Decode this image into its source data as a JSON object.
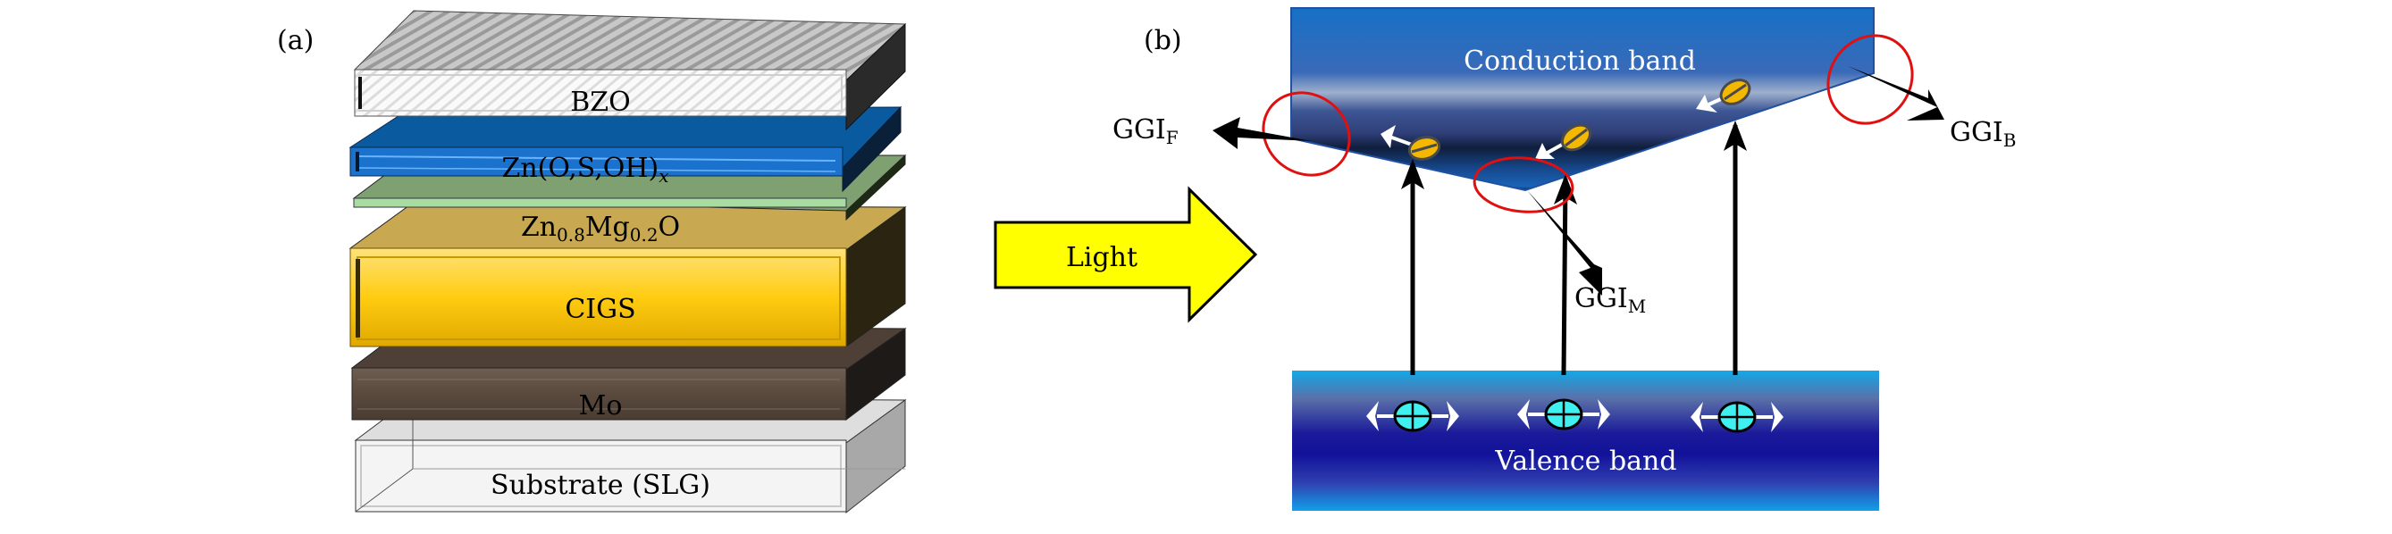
{
  "panel_a": {
    "label": "(a)",
    "layers": [
      {
        "name": "BZO",
        "label": "BZO"
      },
      {
        "name": "ZnOSOH",
        "label": "Zn(O,S,OH)",
        "subscript": "x"
      },
      {
        "name": "ZnMgO",
        "label_parts": [
          "Zn",
          "0.8",
          "Mg",
          "0.2",
          "O"
        ]
      },
      {
        "name": "CIGS",
        "label": "CIGS"
      },
      {
        "name": "Mo",
        "label": "Mo"
      },
      {
        "name": "Substrate",
        "label": "Substrate (SLG)"
      }
    ],
    "colors": {
      "bzo": "#e8e8e8",
      "zno": "#1a6fc4",
      "znmgo": "#98c48c",
      "cigs": "#f5c518",
      "mo": "#5a4a3e",
      "substrate": "#f2f2f2"
    }
  },
  "light_arrow": {
    "label": "Light",
    "color": "#ffff00"
  },
  "panel_b": {
    "label": "(b)",
    "conduction_band": "Conduction band",
    "valence_band": "Valence band",
    "ggi_front": {
      "main": "GGI",
      "sub": "F"
    },
    "ggi_min": {
      "main": "GGI",
      "sub": "M"
    },
    "ggi_back": {
      "main": "GGI",
      "sub": "B"
    },
    "electron_count": 3,
    "hole_count": 3,
    "highlight_color": "#e01010",
    "electron_color": "#f5b800",
    "hole_color": "#40f0f0"
  }
}
